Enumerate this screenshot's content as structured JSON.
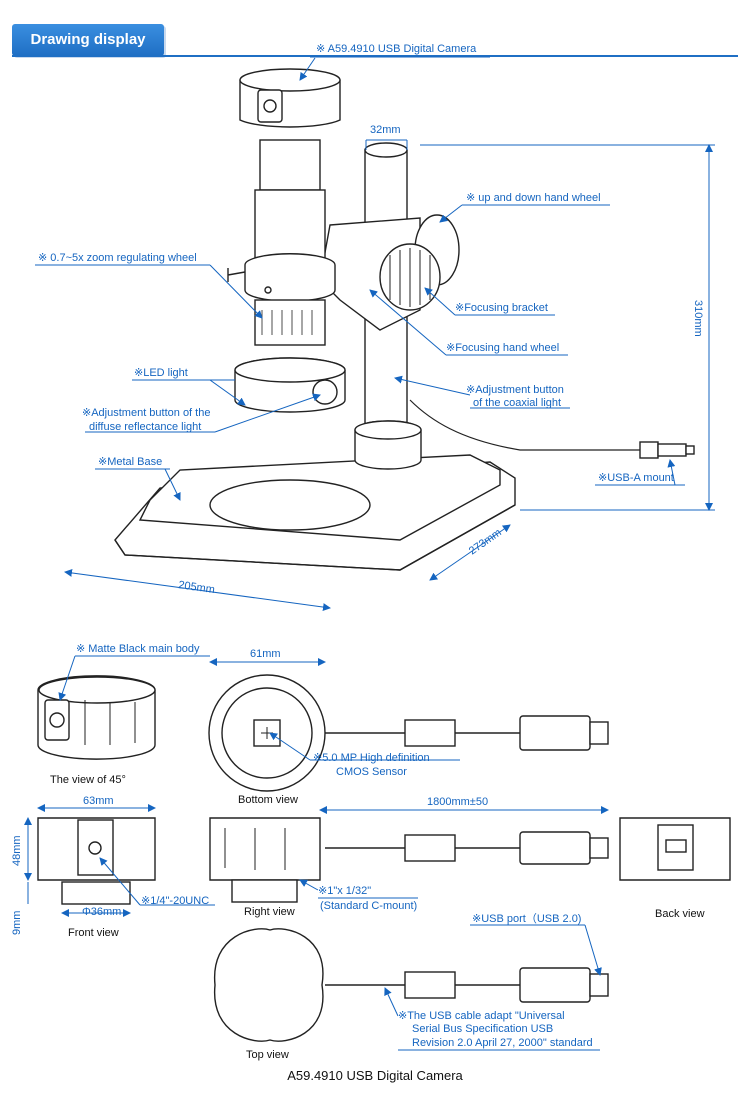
{
  "header": {
    "title": "Drawing display"
  },
  "colors": {
    "accent": "#1f6fc4",
    "label": "#1565c0",
    "line": "#222222"
  },
  "stand_labels": {
    "camera": "※ A59.4910 USB Digital Camera",
    "width_32": "32mm",
    "handwheel_updown": "※ up and down hand wheel",
    "zoom_wheel": "※ 0.7~5x  zoom regulating wheel",
    "focusing_bracket": "※Focusing bracket",
    "focusing_handwheel": "※Focusing hand wheel",
    "led_light": "※LED light",
    "adj_coaxial_1": "※Adjustment button",
    "adj_coaxial_2": "of the coaxial light",
    "adj_diffuse_1": "※Adjustment button of the",
    "adj_diffuse_2": "diffuse reflectance light",
    "metal_base": "※Metal Base",
    "usb_mount": "※USB-A mount",
    "height_310": "310mm",
    "depth_273": "273mm",
    "width_205": "205mm"
  },
  "camera_views": {
    "matte_black": "※ Matte Black main body",
    "view45": "The view of 45°",
    "width_61": "61mm",
    "sensor_1": "※5.0 MP High definition",
    "sensor_2": "CMOS Sensor",
    "bottom_view": "Bottom view",
    "width_63": "63mm",
    "height_48": "48mm",
    "height_9": "9mm",
    "diam_36": "Φ36mm",
    "thread": "※1/4\"-20UNC",
    "front_view": "Front view",
    "mount_1": "※1\"x 1/32\"",
    "mount_2": "(Standard C-mount)",
    "right_view": "Right view",
    "cable_len": "1800mm±50",
    "back_view": "Back view",
    "usb_port": "※USB port（USB 2.0)",
    "usb_std_1": "※The USB cable adapt \"Universal",
    "usb_std_2": "Serial Bus Specification USB",
    "usb_std_3": "Revision 2.0 April 27, 2000\" standard",
    "top_view": "Top view"
  },
  "footer": {
    "caption": "A59.4910 USB Digital Camera"
  }
}
